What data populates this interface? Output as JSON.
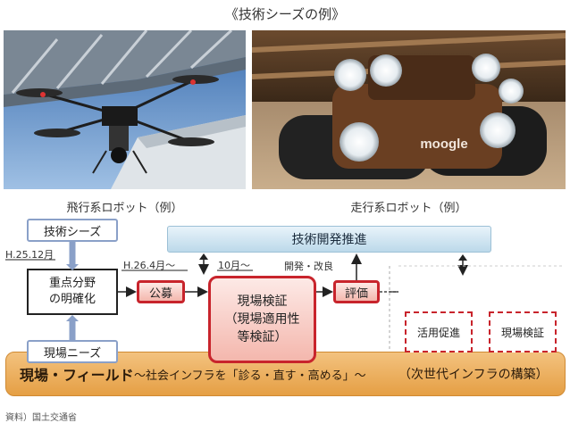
{
  "title": "《技術シーズの例》",
  "photos": {
    "left_caption": "飛行系ロボット（例）",
    "right_caption": "走行系ロボット（例）",
    "robot_brand": "moogle"
  },
  "diagram": {
    "seeds": "技術シーズ",
    "needs": "現場ニーズ",
    "date_h25": "H.25.12月",
    "date_h26": "H.26.4月～",
    "date_oct": "10月～",
    "dev_improve": "開発・改良",
    "priority_line1": "重点分野",
    "priority_line2": "の明確化",
    "koubo": "公募",
    "tech_dev": "技術開発推進",
    "kenshou_line1": "現場検証",
    "kenshou_line2": "（現場適用性",
    "kenshou_line3": "等検証）",
    "hyouka": "評価",
    "katsuyou": "活用促進",
    "genba_kenshou": "現場検証",
    "field_main": "現場・フィールド",
    "field_sub": "～社会インフラを「診る・直す・高める」～",
    "field_next": "（次世代インフラの構築）"
  },
  "source": "資料）国土交通省",
  "colors": {
    "accent_red": "#c8242c",
    "field_orange": "#e59f44",
    "bar_blue": "#bcd9ea",
    "seed_border": "#8aa0c8"
  }
}
